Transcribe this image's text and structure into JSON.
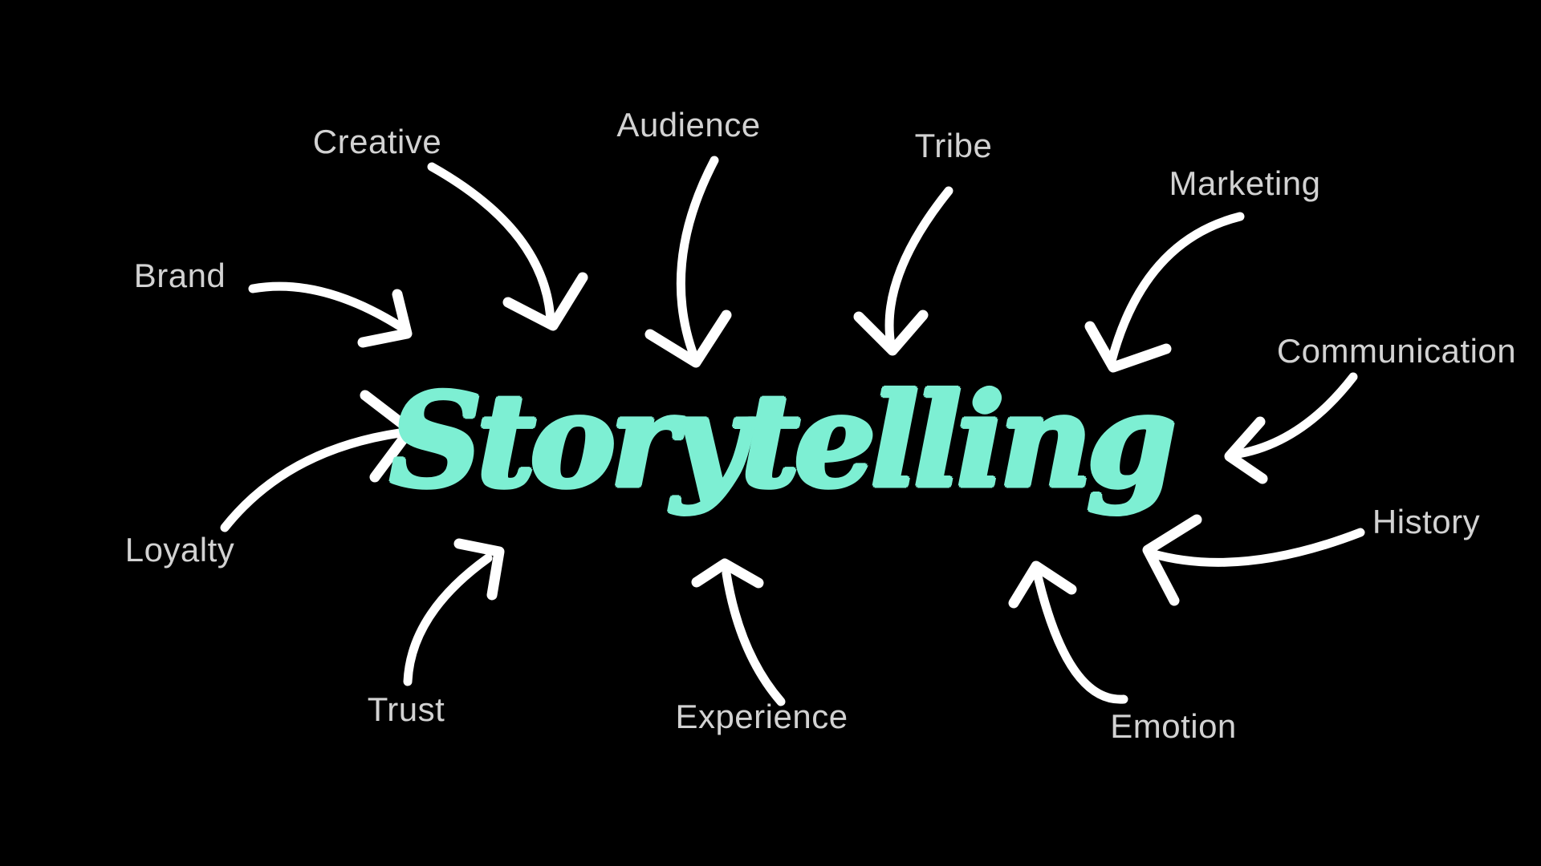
{
  "colors": {
    "background": "#000000",
    "label_text": "#D2D2D2",
    "arrow": "#FFFFFF",
    "center_text": "#7DEFD3"
  },
  "center": {
    "label": "Storytelling"
  },
  "nodes": [
    {
      "id": "creative",
      "label": "Creative"
    },
    {
      "id": "audience",
      "label": "Audience"
    },
    {
      "id": "tribe",
      "label": "Tribe"
    },
    {
      "id": "marketing",
      "label": "Marketing"
    },
    {
      "id": "brand",
      "label": "Brand"
    },
    {
      "id": "communication",
      "label": "Communication"
    },
    {
      "id": "loyalty",
      "label": "Loyalty"
    },
    {
      "id": "history",
      "label": "History"
    },
    {
      "id": "trust",
      "label": "Trust"
    },
    {
      "id": "experience",
      "label": "Experience"
    },
    {
      "id": "emotion",
      "label": "Emotion"
    }
  ]
}
